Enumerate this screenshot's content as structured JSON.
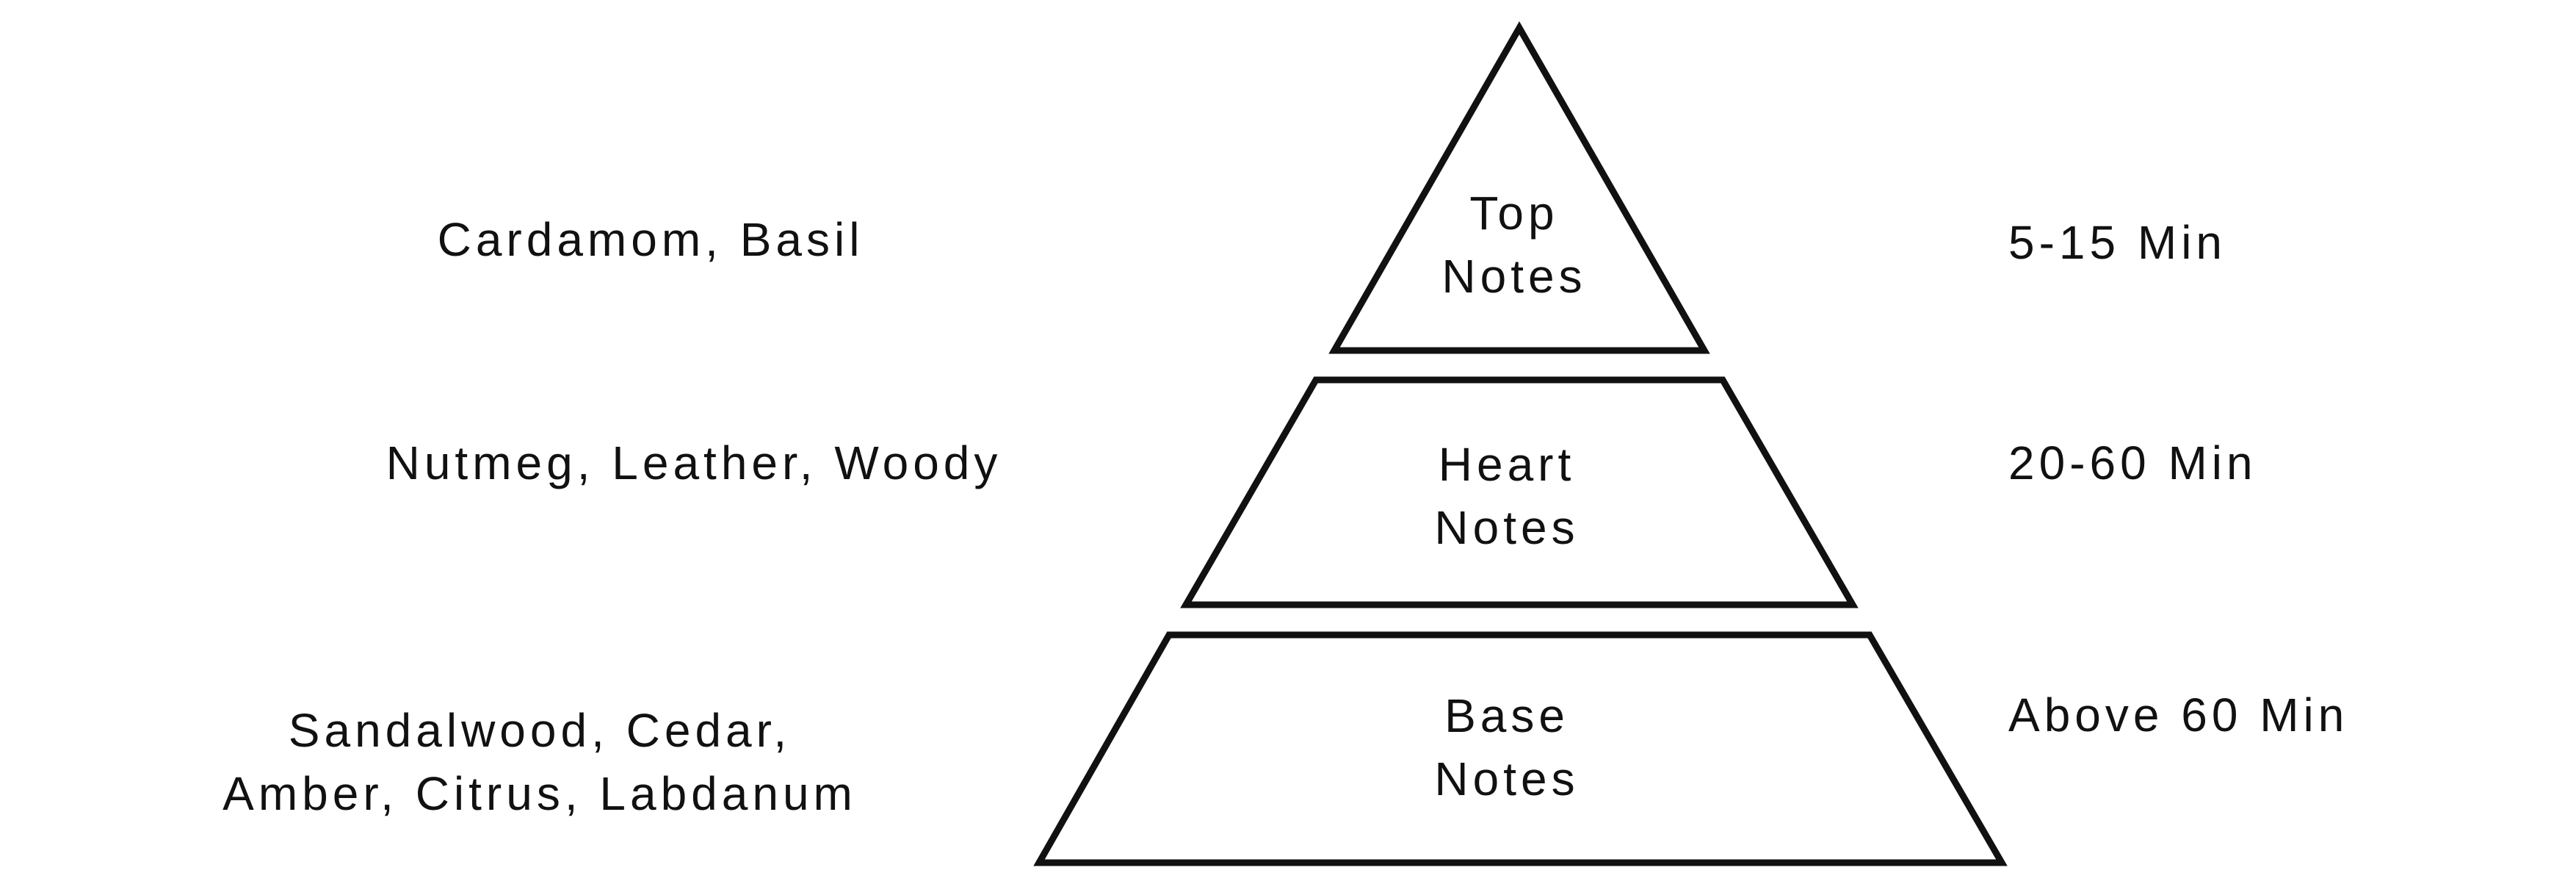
{
  "tiers": [
    {
      "label_line1": "Top",
      "label_line2": "Notes",
      "ingredients": [
        "Cardamom, Basil"
      ],
      "duration": "5-15 Min"
    },
    {
      "label_line1": "Heart",
      "label_line2": "Notes",
      "ingredients": [
        "Nutmeg, Leather, Woody"
      ],
      "duration": "20-60 Min"
    },
    {
      "label_line1": "Base",
      "label_line2": "Notes",
      "ingredients": [
        "Sandalwood, Cedar,",
        "Amber, Citrus, Labdanum"
      ],
      "duration": "Above 60 Min"
    }
  ],
  "colors": {
    "stroke": "#111111",
    "background": "#ffffff"
  }
}
